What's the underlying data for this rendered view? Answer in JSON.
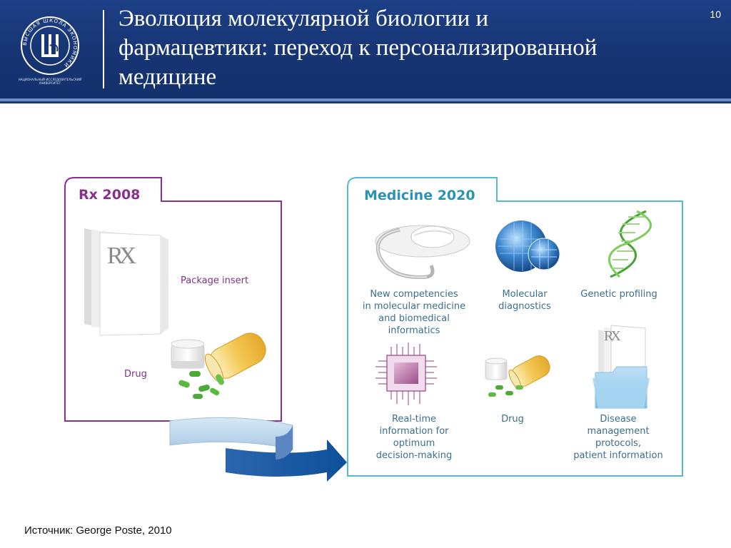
{
  "header": {
    "title": "Эволюция молекулярной биологии и\nфармацевтики: переход к персонализированной\nмедицине",
    "page_number": "10",
    "logo": {
      "ring_text": "ВЫСШАЯ ШКОЛА ЭКОНОМИКИ",
      "caption": "НАЦИОНАЛЬНЫЙ ИССЛЕДОВАТЕЛЬСКИЙ УНИВЕРСИТЕТ"
    },
    "colors": {
      "band": "#173574",
      "text": "#ffffff"
    }
  },
  "rx_panel": {
    "title": "Rx 2008",
    "items": [
      {
        "label": "Package insert",
        "icon": "package-insert-icon"
      },
      {
        "label": "Drug",
        "icon": "pill-bottle-icon"
      }
    ],
    "color": "#8a2f8e"
  },
  "medicine_panel": {
    "title": "Medicine 2020",
    "items": [
      {
        "label": "New competencies\nin molecular medicine\nand biomedical\ninformatics",
        "icon": "stethoscope-mouse-icon"
      },
      {
        "label": "Molecular\ndiagnostics",
        "icon": "microarray-globe-icon"
      },
      {
        "label": "Genetic profiling",
        "icon": "dna-helix-icon"
      },
      {
        "label": "Real-time\ninformation for\noptimum\ndecision-making",
        "icon": "microchip-icon"
      },
      {
        "label": "Drug",
        "icon": "pill-bottle-icon"
      },
      {
        "label": "Disease\nmanagement\nprotocols,\npatient information",
        "icon": "folder-rx-icon"
      }
    ],
    "color": "#2a93b5"
  },
  "rx_glyph": "RX",
  "source": "Источник: George Poste, 2010"
}
